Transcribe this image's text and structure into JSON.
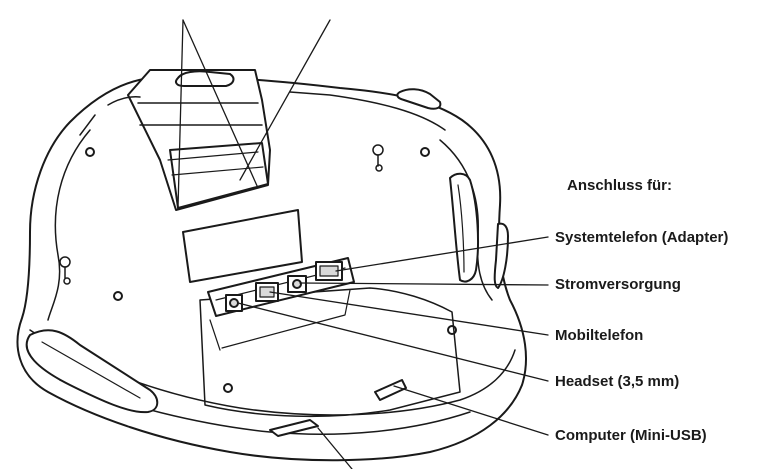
{
  "labels": {
    "heading": "Anschluss für:",
    "system_phone": "Systemtelefon (Adapter)",
    "power": "Stromversorgung",
    "mobile": "Mobiltelefon",
    "headset": "Headset (3,5 mm)",
    "computer": "Computer (Mini-USB)"
  },
  "colors": {
    "line": "#1a1a1a",
    "body_fill": "#ffffff",
    "shade": "#d9d9d9"
  }
}
